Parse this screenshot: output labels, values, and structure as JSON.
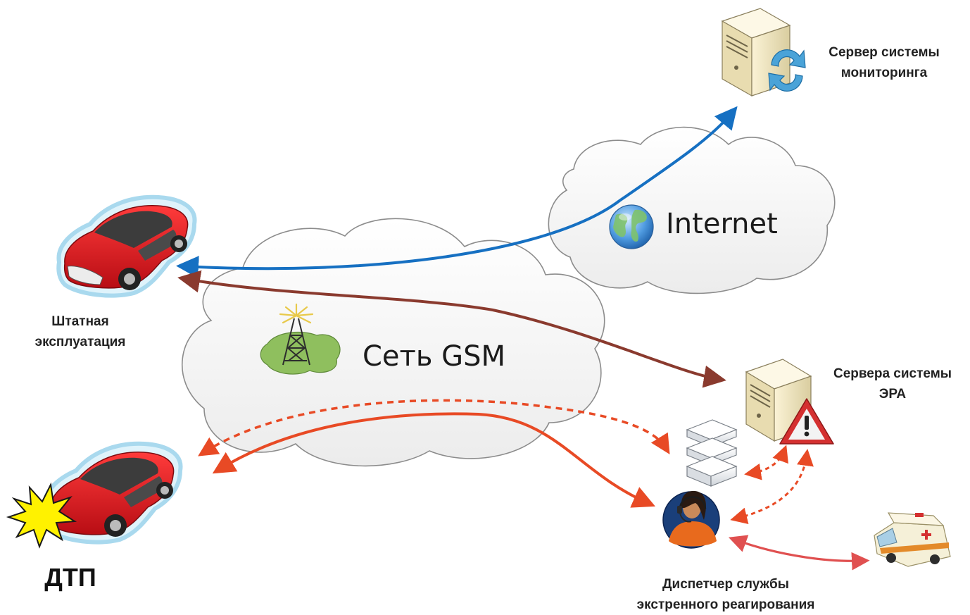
{
  "labels": {
    "monitoring_server": [
      "Сервер системы",
      "мониторинга"
    ],
    "normal_operation": [
      "Штатная",
      "эксплуатация"
    ],
    "era_servers": [
      "Сервера системы",
      "ЭРА"
    ],
    "accident": "ДТП",
    "dispatcher": [
      "Диспетчер службы",
      "экстренного реагирования"
    ]
  },
  "clouds": {
    "internet": "Internet",
    "gsm": "Сеть GSM"
  },
  "colors": {
    "internet_link": "#1670c2",
    "gsm_link": "#8a3a2e",
    "emergency_link": "#e84a25",
    "ambulance_link": "#e05050",
    "car_body": "#d8131a",
    "cloud_fill": "#f7f7f7",
    "server_body": "#f2e8c4",
    "warning": "#d43030",
    "crash_burst": "#fff200"
  },
  "icons": {
    "monitoring_server": "server-sync-icon",
    "era_server": "server-warning-icon",
    "network_switch": "network-switch-stack-icon",
    "dispatcher": "operator-headset-icon",
    "ambulance": "ambulance-icon",
    "tower": "radio-tower-icon",
    "globe": "globe-icon",
    "car": "car-icon",
    "crash": "crash-burst-icon"
  }
}
